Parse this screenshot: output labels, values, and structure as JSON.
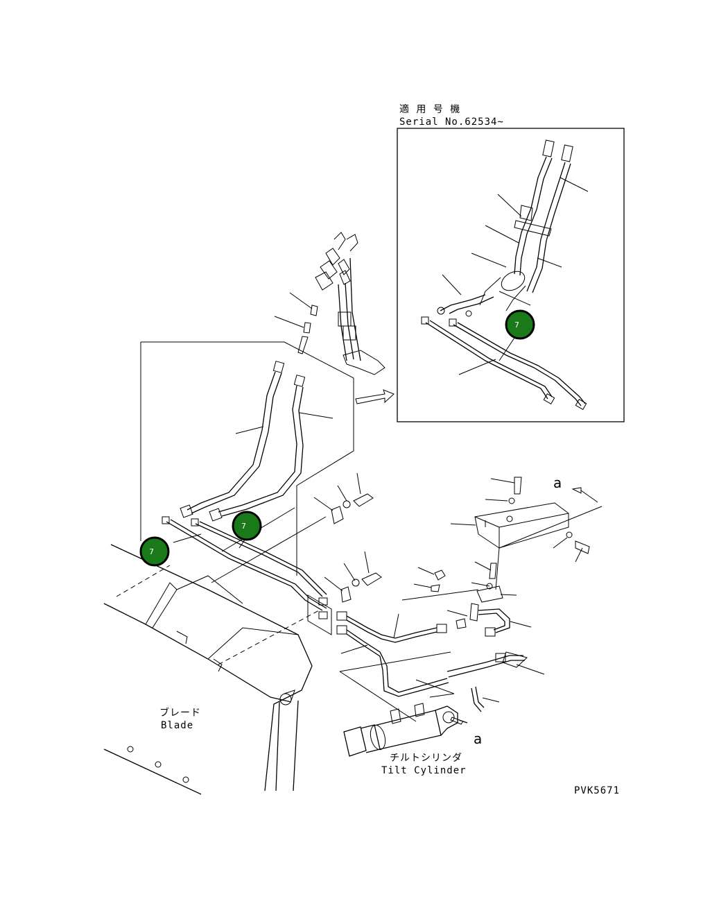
{
  "inset": {
    "label_jp": "適 用 号 機",
    "label_en": "Serial No.62534~"
  },
  "labels": {
    "blade_jp": "ブレード",
    "blade_en": "Blade",
    "cyl_jp": "チルトシリンダ",
    "cyl_en": "Tilt Cylinder",
    "view_a1": "a",
    "view_a2": "a",
    "drawing_no": "PVK5671"
  },
  "callouts": [
    {
      "number": "7",
      "color": "#1a7a1a"
    },
    {
      "number": "7",
      "color": "#1a7a1a"
    },
    {
      "number": "7",
      "color": "#1a7a1a"
    }
  ]
}
